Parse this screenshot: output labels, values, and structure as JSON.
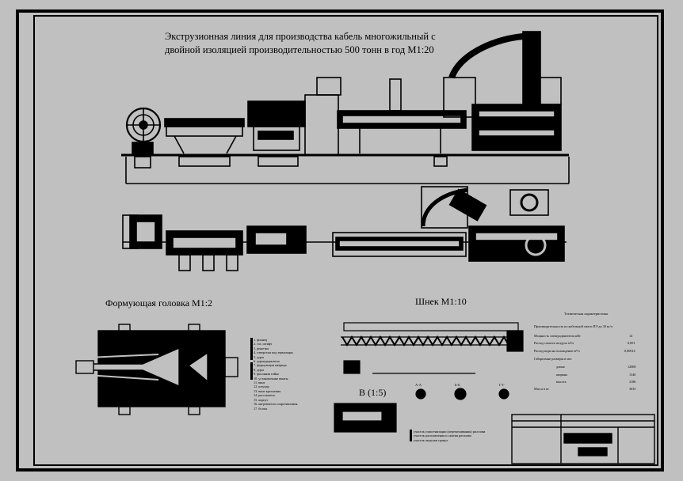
{
  "drawing": {
    "title_line1": "Экструзионная линия для производства кабель многожильный с",
    "title_line2": "двойной изоляцией производительностью 500 тонн в год М1:20",
    "head_caption": "Формующая головка М1:2",
    "screw_caption": "Шнек  М1:10",
    "detail_caption": "В (1:5)",
    "section_labels": [
      "А-А",
      "Б-Б",
      "Г-Г"
    ]
  },
  "head_legend": [
    "1. фланец",
    "2. газ. штифт",
    "3. решетка",
    "4. отверстия под термопары",
    "5. дорн",
    "6. дорнодержатель",
    "7. формующая матрица",
    "8. дорн",
    "9. фасонная гайка",
    "10. установочные винты",
    "11. винт",
    "12. штуцер",
    "13. винт крепления",
    "14. рассекатель",
    "15. корпус",
    "16. нагреватели сопротивления",
    "17. болты"
  ],
  "zone_legend": [
    "участок гомогенизации (перемешивания) расплава",
    "участок расплавления и сжатия расплава",
    "участок загрузки гранул"
  ],
  "tech_specs": {
    "heading": "Техническая характеристика",
    "rows": [
      {
        "label": "Производительность по кабельной смеси ПЭ до 30 кг/ч",
        "value": ""
      },
      {
        "label": "Мощность электродвигателя кВт",
        "value": "14"
      },
      {
        "label": "Расход сжатого воздуха м³/ч",
        "value": "0,001"
      },
      {
        "label": "Расход воды на охлаждение м³/ч",
        "value": "0,00014"
      },
      {
        "label": "Габаритные размеры в мм:",
        "value": ""
      },
      {
        "label": "длина",
        "value": "12000"
      },
      {
        "label": "ширина",
        "value": "1340"
      },
      {
        "label": "высота",
        "value": "3186"
      },
      {
        "label": "Масса в кг",
        "value": "3635"
      }
    ]
  }
}
